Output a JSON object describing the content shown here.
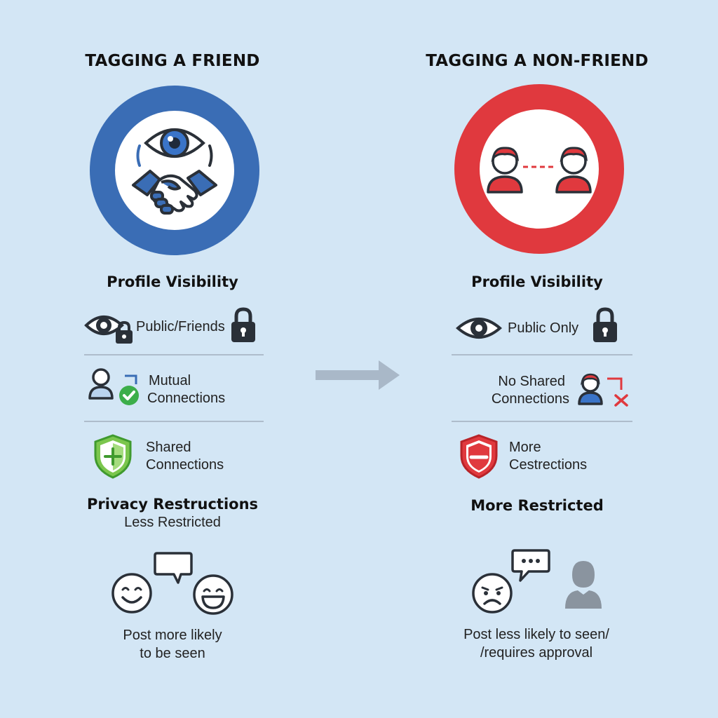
{
  "left": {
    "title": "TAGGING A FRIEND",
    "ring_color": "#3a6db5",
    "visibility_heading": "Profile Visibility",
    "visibility_text": "Public/Friends",
    "mutual_line1": "Mutual",
    "mutual_line2": "Connections",
    "shared_line1": "Shared",
    "shared_line2": "Connections",
    "privacy_heading": "Privacy Restructions",
    "privacy_sub": "Less Restricted",
    "outcome_line1": "Post more likely",
    "outcome_line2": "to be seen"
  },
  "right": {
    "title": "TAGGING A NON-FRIEND",
    "ring_color": "#e0393e",
    "visibility_heading": "Profile Visibility",
    "visibility_text": "Public Only",
    "shared_line1": "No Shared",
    "shared_line2": "Connections",
    "more_line1": "More",
    "more_line2": "Cestrections",
    "privacy_heading": "More Restricted",
    "outcome_line1": "Post less likely to seen/",
    "outcome_line2": "/requires approval"
  },
  "icons": [
    "eye-icon",
    "handshake-icon",
    "person-icon",
    "lock-icon",
    "check-icon",
    "shield-plus-icon",
    "shield-minus-icon",
    "x-icon",
    "chat-bubble-icon",
    "smiley-icon",
    "sad-face-icon",
    "arrow-right-icon"
  ]
}
